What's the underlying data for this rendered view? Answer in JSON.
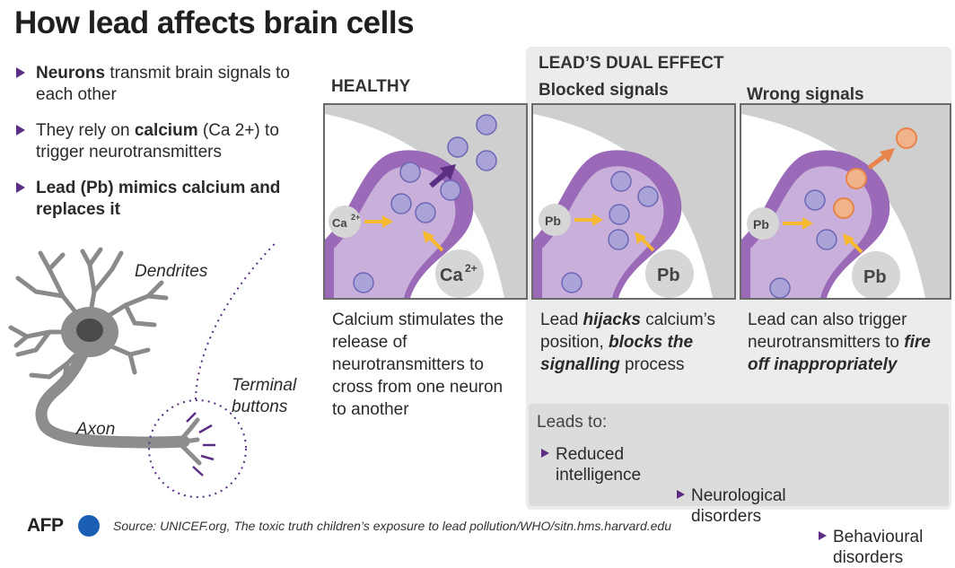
{
  "title": "How lead affects brain cells",
  "bullets": [
    {
      "bold": "Neurons",
      "rest": " transmit brain signals to each other"
    },
    {
      "pre": "They rely on ",
      "bold": "calcium",
      "rest": " (Ca 2+) to trigger neurotransmitters"
    },
    {
      "bold": "Lead (Pb) mimics calcium and replaces it"
    }
  ],
  "neuron_labels": {
    "dendrites": "Dendrites",
    "axon": "Axon",
    "terminal_line1": "Terminal",
    "terminal_line2": "buttons"
  },
  "healthy": {
    "heading": "HEALTHY",
    "small_ion": "Ca",
    "small_ion_sup": "2+",
    "large_ion": "Ca",
    "large_ion_sup": "2+",
    "description": "Calcium stimulates the release of neurotransmitters to cross from one neuron to another"
  },
  "dual_effect": {
    "heading": "LEAD’S DUAL EFFECT",
    "blocked": {
      "heading": "Blocked signals",
      "small_ion": "Pb",
      "large_ion": "Pb",
      "desc_1": "Lead ",
      "desc_2": "hijacks",
      "desc_3": " calcium’s position, ",
      "desc_4": "blocks the signalling",
      "desc_5": " process"
    },
    "wrong": {
      "heading": "Wrong signals",
      "small_ion": "Pb",
      "large_ion": "Pb",
      "desc_1": "Lead can also trigger neurotransmitters to ",
      "desc_2": "fire off inappropriately"
    }
  },
  "leads_to": {
    "title": "Leads to:",
    "items": [
      "Reduced intelligence",
      "Neurological disorders",
      "Behavioural disorders"
    ]
  },
  "footer": {
    "logo": "AFP",
    "source": "Source: UNICEF.org, The toxic truth children’s exposure to lead pollution/WHO/sitn.hms.harvard.edu"
  },
  "colors": {
    "purple_dark": "#5b2e83",
    "purple_mid": "#9a6ab8",
    "purple_light": "#c8b0da",
    "gray_bg": "#cfcfcf",
    "ion_gray": "#d6d6d6",
    "arrow_yellow": "#f5b82e",
    "arrow_orange": "#e8834a"
  }
}
